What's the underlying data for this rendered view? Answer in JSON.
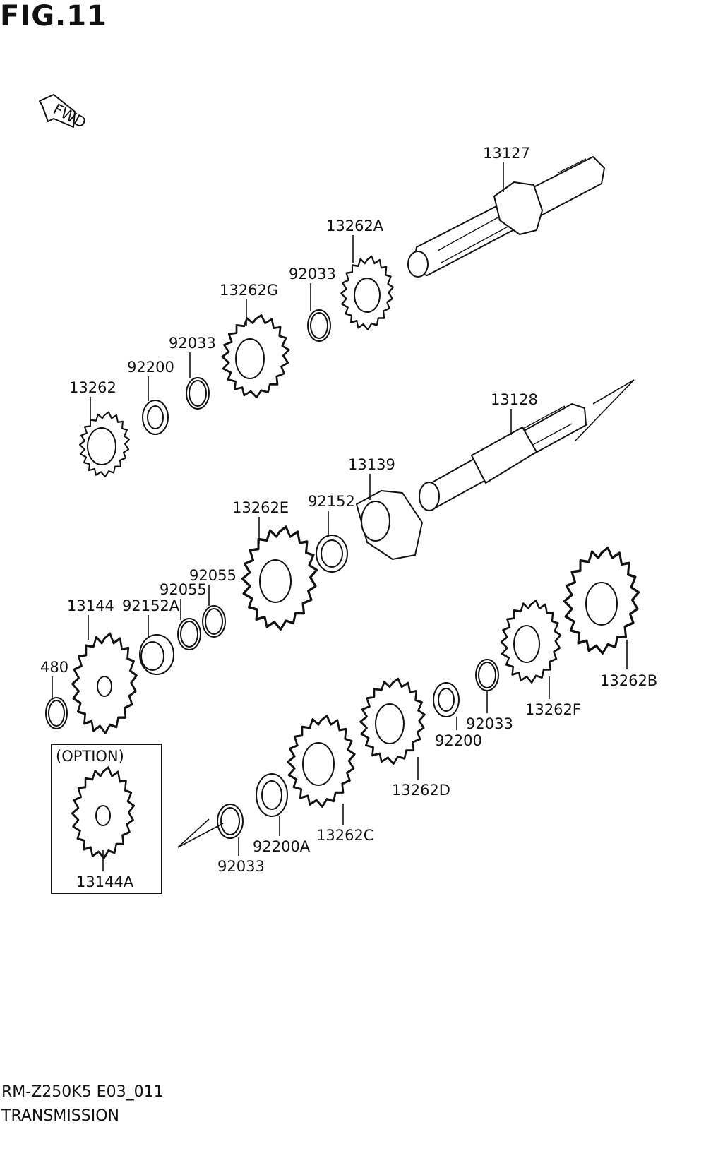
{
  "figure": {
    "title": "FIG.11",
    "fwd_label": "FWD"
  },
  "footer": {
    "model": "RM-Z250K5 E03_011",
    "name": "TRANSMISSION"
  },
  "option_label": "(OPTION)",
  "parts": [
    {
      "id": "13127",
      "label": "13127"
    },
    {
      "id": "13262A",
      "label": "13262A"
    },
    {
      "id": "92033_a",
      "label": "92033"
    },
    {
      "id": "13262G",
      "label": "13262G"
    },
    {
      "id": "92033_b",
      "label": "92033"
    },
    {
      "id": "92200_a",
      "label": "92200"
    },
    {
      "id": "13262",
      "label": "13262"
    },
    {
      "id": "13128",
      "label": "13128"
    },
    {
      "id": "13139",
      "label": "13139"
    },
    {
      "id": "92152",
      "label": "92152"
    },
    {
      "id": "13262E",
      "label": "13262E"
    },
    {
      "id": "92055_a",
      "label": "92055"
    },
    {
      "id": "92055_b",
      "label": "92055"
    },
    {
      "id": "92152A",
      "label": "92152A"
    },
    {
      "id": "13144",
      "label": "13144"
    },
    {
      "id": "480",
      "label": "480"
    },
    {
      "id": "13262B",
      "label": "13262B"
    },
    {
      "id": "13262F",
      "label": "13262F"
    },
    {
      "id": "92033_c",
      "label": "92033"
    },
    {
      "id": "92200_b",
      "label": "92200"
    },
    {
      "id": "13262D",
      "label": "13262D"
    },
    {
      "id": "13262C",
      "label": "13262C"
    },
    {
      "id": "92200A",
      "label": "92200A"
    },
    {
      "id": "92033_d",
      "label": "92033"
    },
    {
      "id": "13144A",
      "label": "13144A"
    }
  ]
}
